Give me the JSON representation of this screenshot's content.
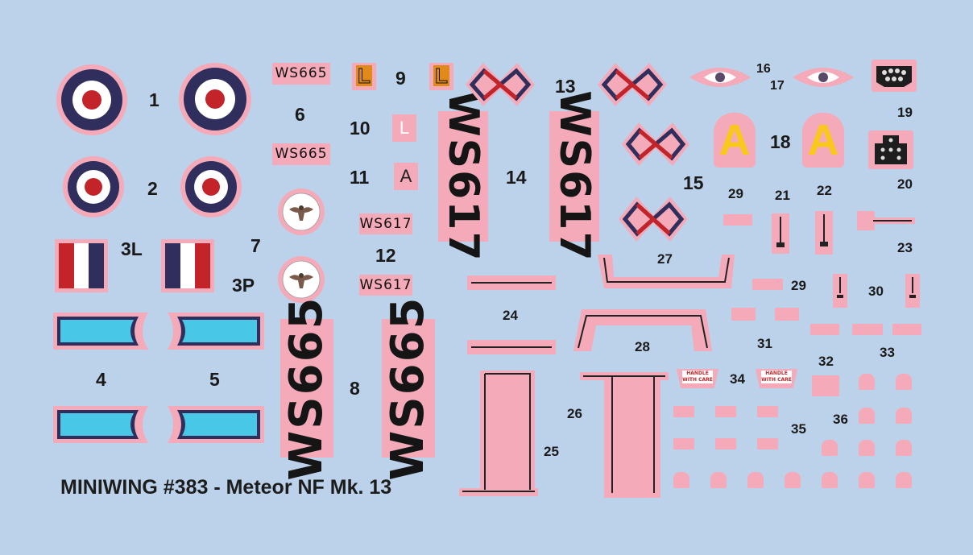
{
  "title": "MINIWING #383 - Meteor NF Mk. 13",
  "colors": {
    "background": "#bcd2ea",
    "decal_backing": "#f4aab8",
    "roundel_blue": "#2f2e5c",
    "roundel_red": "#c3242a",
    "fin_flash_white": "#ffffff",
    "stripe_cyan": "#48c8e6",
    "letter_yellow": "#f9c81b",
    "letter_orange": "#e08a1c"
  },
  "numbers": {
    "n1": "1",
    "n2": "2",
    "n3l": "3L",
    "n3p": "3P",
    "n4": "4",
    "n5": "5",
    "n6": "6",
    "n7": "7",
    "n8": "8",
    "n9": "9",
    "n10": "10",
    "n11": "11",
    "n12": "12",
    "n13": "13",
    "n14": "14",
    "n15": "15",
    "n16": "16",
    "n17": "17",
    "n18": "18",
    "n19": "19",
    "n20": "20",
    "n21": "21",
    "n22": "22",
    "n23": "23",
    "n24": "24",
    "n25": "25",
    "n26": "26",
    "n27": "27",
    "n28": "28",
    "n29a": "29",
    "n29b": "29",
    "n30": "30",
    "n31": "31",
    "n32": "32",
    "n33": "33",
    "n34": "34",
    "n35": "35",
    "n36": "36"
  },
  "decals": {
    "serial_ws665": "WS665",
    "serial_ws617": "WS617",
    "letter_l": "L",
    "letter_a": "A",
    "handle_with_care": "HANDLE WITH CARE"
  }
}
